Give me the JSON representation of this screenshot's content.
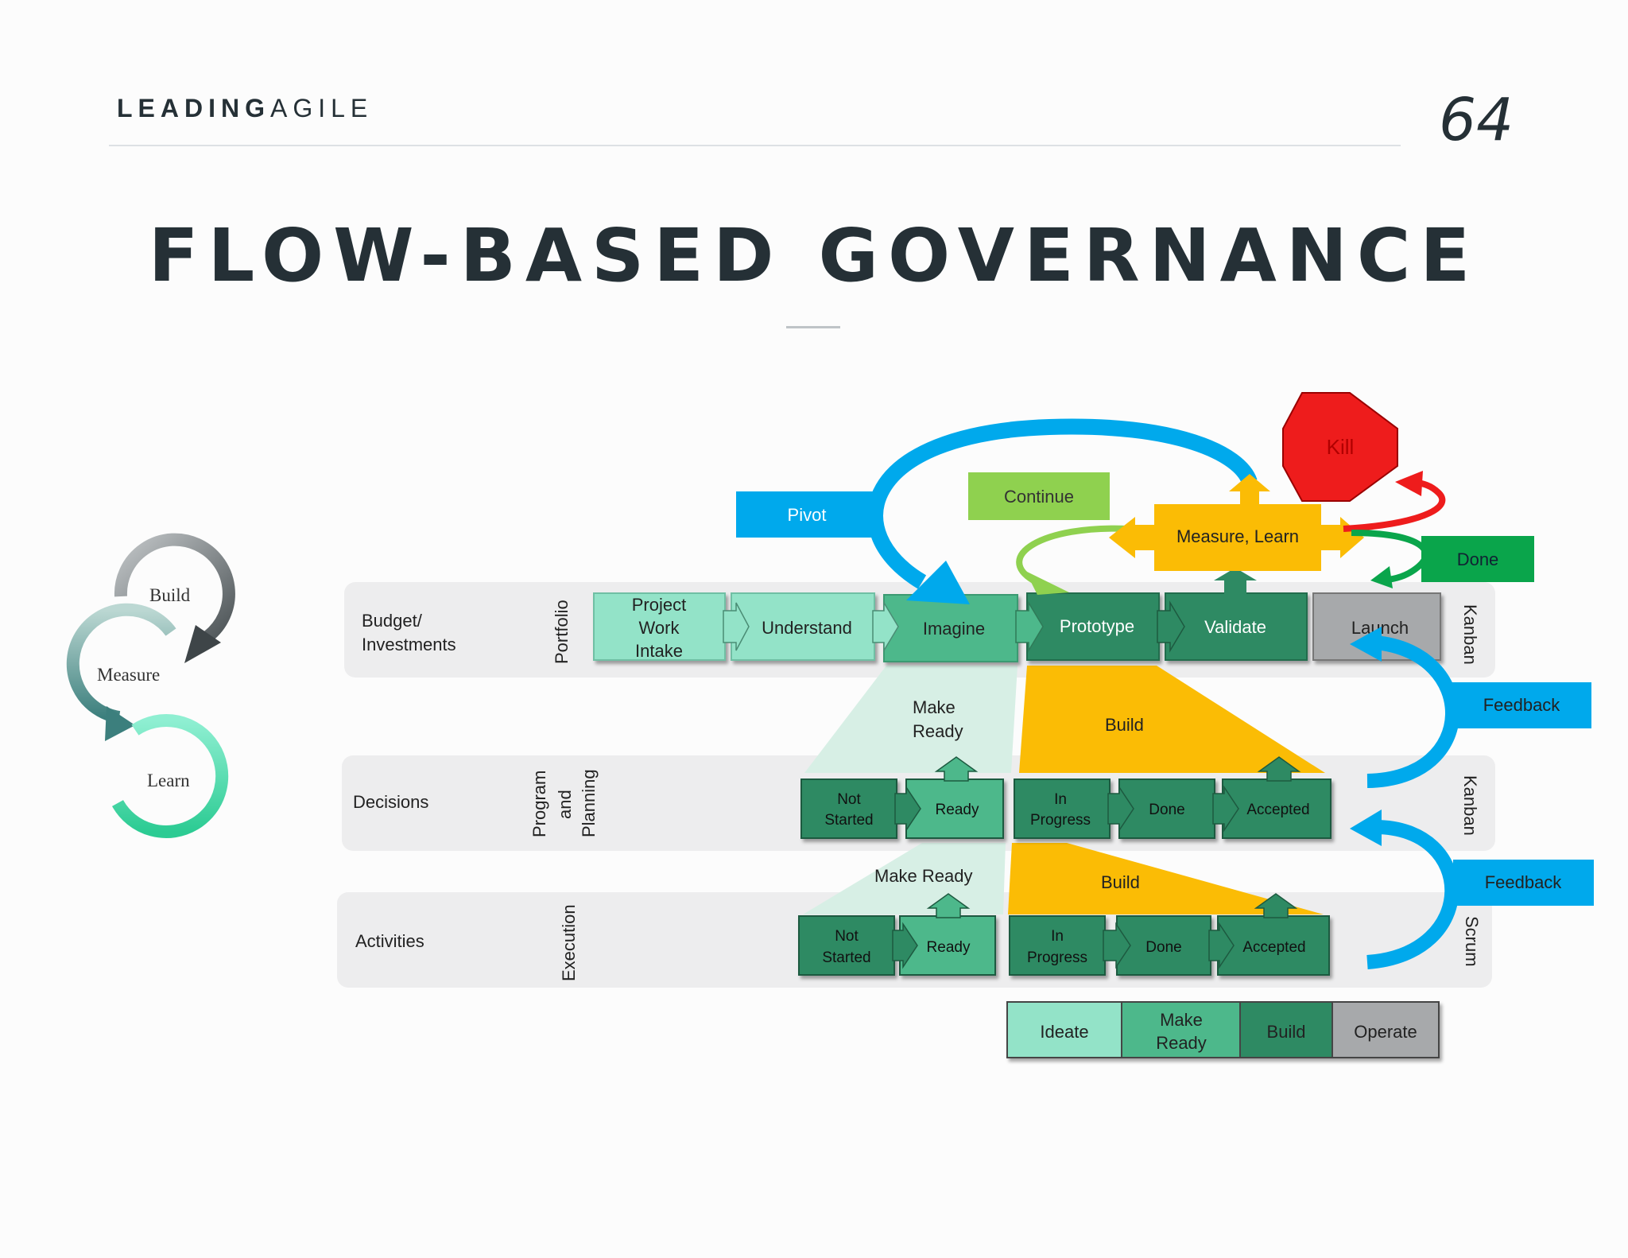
{
  "header": {
    "brand_bold": "LEADING",
    "brand_light": "AGILE",
    "page_number": "64"
  },
  "title": "FLOW-BASED GOVERNANCE",
  "cycle": {
    "build": "Build",
    "measure": "Measure",
    "learn": "Learn"
  },
  "rows": {
    "portfolio": {
      "left_label_1": "Budget/",
      "left_label_2": "Investments",
      "side_label": "Portfolio",
      "method": "Kanban"
    },
    "program": {
      "left_label": "Decisions",
      "side_label_1": "Program",
      "side_label_2": "and",
      "side_label_3": "Planning",
      "method": "Kanban"
    },
    "execution": {
      "left_label": "Activities",
      "side_label": "Execution",
      "method": "Scrum"
    }
  },
  "portfolio_steps": {
    "intake_1": "Project",
    "intake_2": "Work",
    "intake_3": "Intake",
    "understand": "Understand",
    "imagine": "Imagine",
    "prototype": "Prototype",
    "validate": "Validate",
    "launch": "Launch"
  },
  "program_steps": {
    "not_started_1": "Not",
    "not_started_2": "Started",
    "ready": "Ready",
    "in_progress_1": "In",
    "in_progress_2": "Progress",
    "done": "Done",
    "accepted": "Accepted",
    "make_ready_1": "Make",
    "make_ready_2": "Ready",
    "build": "Build"
  },
  "execution_steps": {
    "not_started_1": "Not",
    "not_started_2": "Started",
    "ready": "Ready",
    "in_progress_1": "In",
    "in_progress_2": "Progress",
    "done": "Done",
    "accepted": "Accepted",
    "make_ready": "Make Ready",
    "build": "Build"
  },
  "callouts": {
    "pivot": "Pivot",
    "continue": "Continue",
    "measure_learn": "Measure, Learn",
    "kill": "Kill",
    "done": "Done",
    "feedback_1": "Feedback",
    "feedback_2": "Feedback"
  },
  "legend": {
    "ideate": "Ideate",
    "make_ready_1": "Make",
    "make_ready_2": "Ready",
    "build": "Build",
    "operate": "Operate"
  },
  "colors": {
    "light_mint": "#93e3c8",
    "mid_green": "#4db88b",
    "dark_green": "#2e8a63",
    "gray": "#a7a9ab",
    "yellow": "#fbbc05",
    "blue": "#00a9ec",
    "lime": "#8fd14f",
    "red": "#ee1c1c",
    "kelly": "#0aa54b",
    "band": "#ededee"
  }
}
